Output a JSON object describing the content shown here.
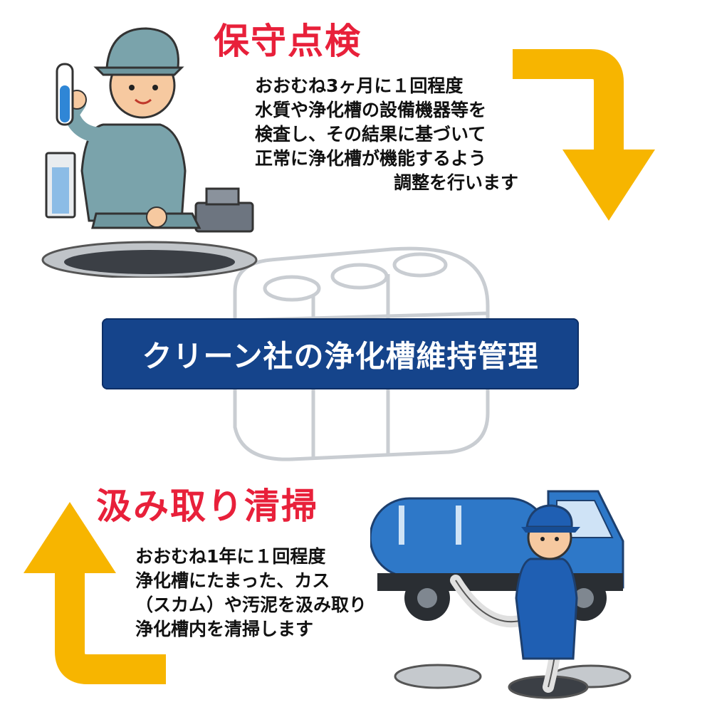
{
  "title": "クリーン社の浄化槽維持管理",
  "maintenance": {
    "heading": "保守点検",
    "lines": [
      "おおむね3ヶ月に１回程度",
      "水質や浄化槽の設備機器等を",
      "検査し、その結果に基づいて",
      "正常に浄化槽が機能するよう",
      "調整を行います"
    ]
  },
  "pumping": {
    "heading": "汲み取り清掃",
    "lines": [
      "おおむね1年に１回程度",
      "浄化槽にたまった、カス",
      "（スカム）や汚泥を汲み取り",
      "浄化槽内を清掃します"
    ]
  },
  "colors": {
    "heading": "#e8203a",
    "banner": "#15448b",
    "arrow": "#f7b500"
  }
}
